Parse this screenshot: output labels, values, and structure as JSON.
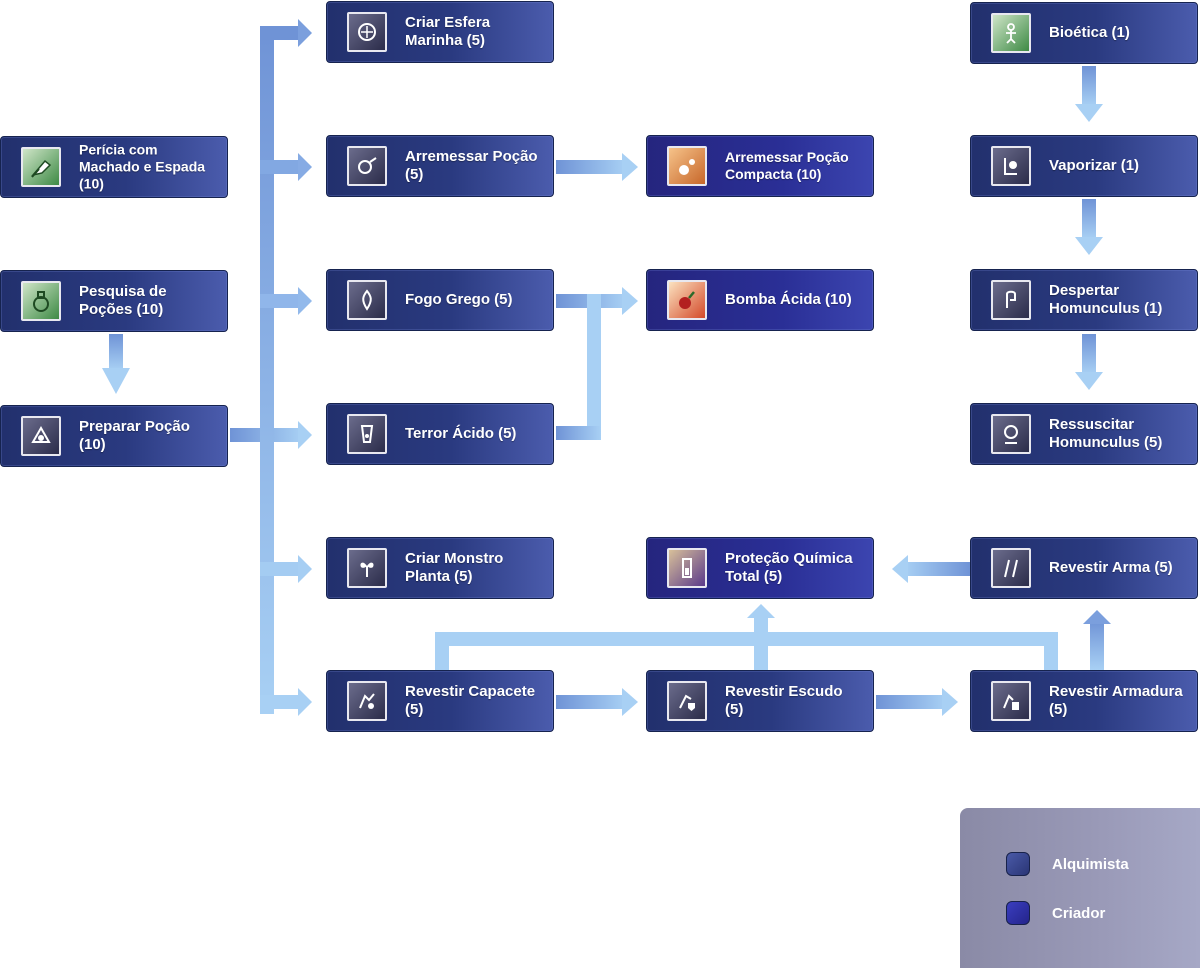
{
  "colors": {
    "connector": "#a8d0f4",
    "connector_dark": "#7fa6dc",
    "alquimista_box": "#2a3a80",
    "criador_box": "#2a2f96",
    "legend_bg": "#9a9ab8"
  },
  "nodes": {
    "pericia": {
      "label": "Perícia com Machado e Espada (10)",
      "icon": "axe-icon"
    },
    "pesquisa": {
      "label": "Pesquisa de Poções (10)",
      "icon": "potion-flask-icon"
    },
    "preparar": {
      "label": "Preparar Poção (10)",
      "icon": "pharmacy-icon"
    },
    "esfera": {
      "label": "Criar Esfera Marinha (5)",
      "icon": "sphere-icon"
    },
    "arremessar": {
      "label": "Arremessar Poção (5)",
      "icon": "potion-throw-icon"
    },
    "fogo": {
      "label": "Fogo Grego (5)",
      "icon": "fire-bottle-icon"
    },
    "terror": {
      "label": "Terror Ácido (5)",
      "icon": "acid-icon"
    },
    "monstro": {
      "label": "Criar Monstro Planta (5)",
      "icon": "plant-icon"
    },
    "capacete": {
      "label": "Revestir Capacete (5)",
      "icon": "helm-coat-icon"
    },
    "compacta": {
      "label": "Arremessar Poção Compacta (10)",
      "icon": "slim-potion-icon"
    },
    "bomba": {
      "label": "Bomba Ácida (10)",
      "icon": "acid-bomb-icon"
    },
    "protecao": {
      "label": "Proteção Química Total (5)",
      "icon": "full-protection-icon"
    },
    "escudo": {
      "label": "Revestir Escudo (5)",
      "icon": "shield-coat-icon"
    },
    "bioetica": {
      "label": "Bioética (1)",
      "icon": "bioethics-icon"
    },
    "vaporizar": {
      "label": "Vaporizar (1)",
      "icon": "vaporize-icon"
    },
    "despertar": {
      "label": "Despertar Homunculus (1)",
      "icon": "call-homunculus-icon"
    },
    "ressuscitar": {
      "label": "Ressuscitar Homunculus (5)",
      "icon": "resurrect-homunculus-icon"
    },
    "arma": {
      "label": "Revestir Arma (5)",
      "icon": "weapon-coat-icon"
    },
    "armadura": {
      "label": "Revestir Armadura (5)",
      "icon": "armor-coat-icon"
    }
  },
  "legend": {
    "alquimista": "Alquimista",
    "criador": "Criador"
  }
}
